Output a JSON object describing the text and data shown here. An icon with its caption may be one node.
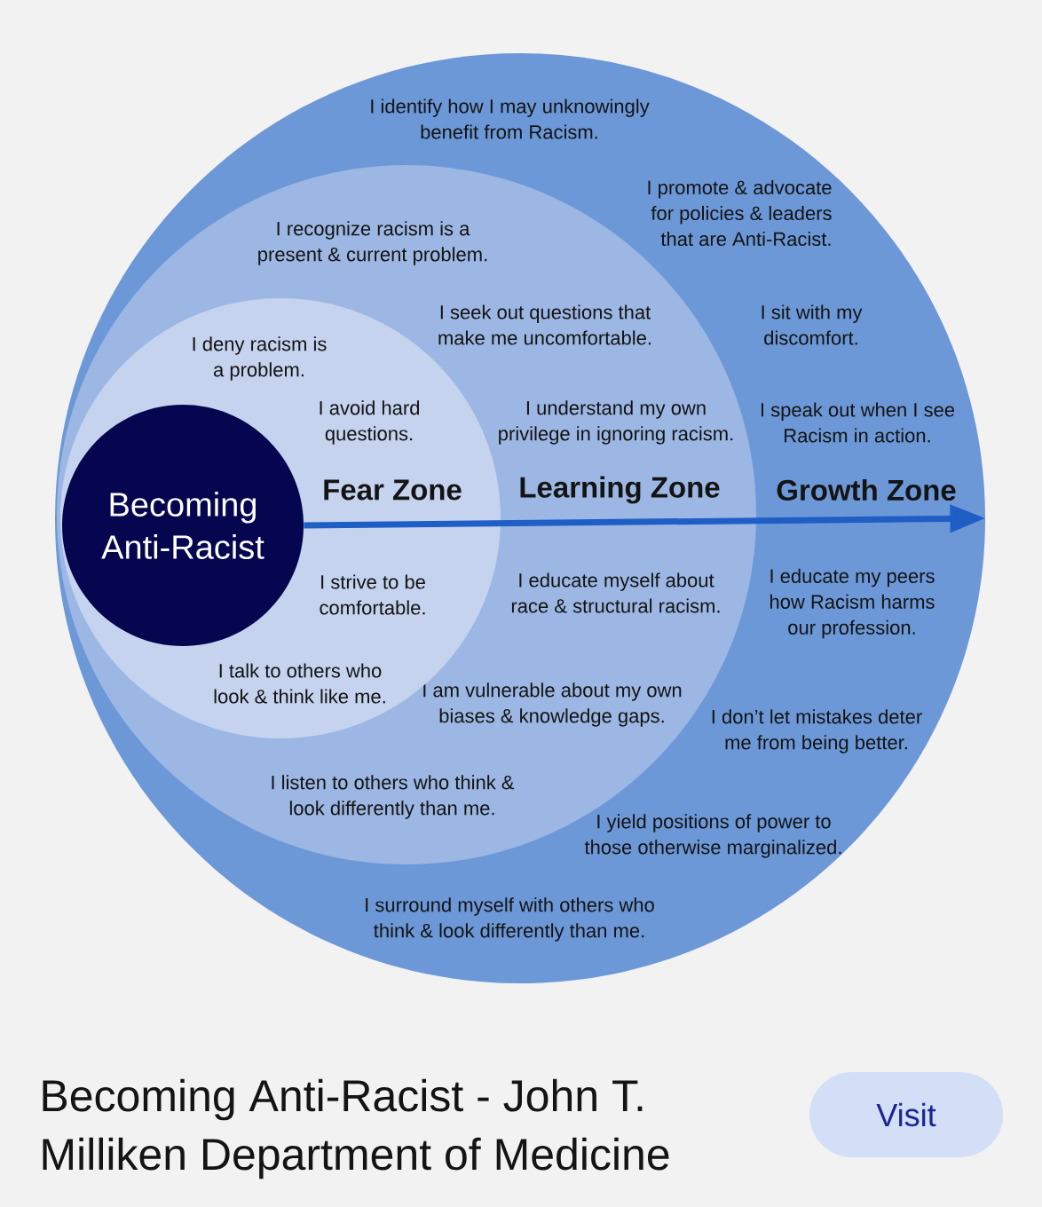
{
  "diagram": {
    "caption": "Becoming Anti-Racist - John T. Milliken Department of Medicine",
    "nodes": [
      {
        "text": [
          "I identify how I may unknowingly benefit from Racism.",
          "I promote & advocate for policies & leaders that are Anti-Racist.",
          "I sit with my discomfort.",
          "I speak out when I see Racism in action.",
          "Growth Zone",
          "I educate my peers how Racism harms our profession.",
          "I don’t let mistakes deter me from being better.",
          "I yield positions of power to those otherwise marginalized.",
          "I surround myself with others who think & look differently than me."
        ]
      },
      {
        "text": [
          "I recognize racism is a present & current problem.",
          "I seek out questions that make me uncomfortable.",
          "I understand my own privilege in ignoring racism.",
          "Learning Zone",
          "I educate myself about race & structural racism.",
          "I am vulnerable about my own biases & knowledge gaps.",
          "I listen to others who think & look differently than me."
        ],
        "in": 0
      },
      {
        "text": [
          "I deny racism is a problem.",
          "I avoid hard questions.",
          "Fear Zone",
          "I strive to be comfortable.",
          "I talk to others who look & think like me."
        ],
        "in": 1
      },
      {
        "text": [
          "Becoming Anti-Racist"
        ],
        "in": 2
      }
    ],
    "edges": [
      {
        "from": 3,
        "to": 0,
        "arrow": "to"
      }
    ],
    "labels": [
      "Visit"
    ]
  }
}
